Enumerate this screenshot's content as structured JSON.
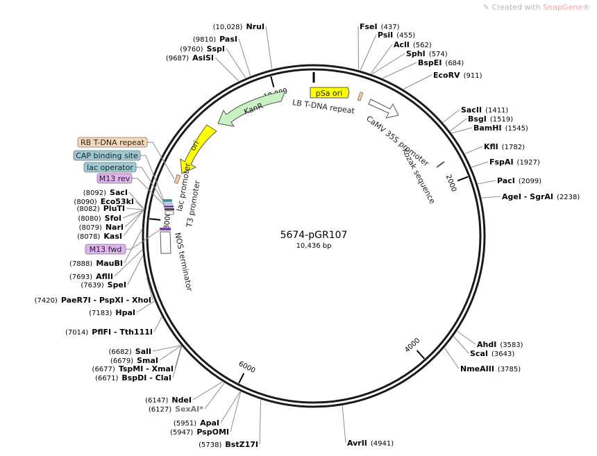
{
  "plasmid": {
    "name": "5674-pGR107",
    "length_label": "10,436 bp",
    "length": 10436
  },
  "watermark": {
    "prefix": "Created with ",
    "brand": "SnapGene",
    "suffix": "®"
  },
  "ring_ticks": [
    {
      "pos": 2000,
      "label": "2000"
    },
    {
      "pos": 4000,
      "label": "4000"
    },
    {
      "pos": 6000,
      "label": "6000"
    },
    {
      "pos": 8000,
      "label": "8000"
    },
    {
      "pos": 10000,
      "label": "10,000"
    }
  ],
  "sites_right": [
    {
      "name": "FseI",
      "pos_label": "(437)",
      "pos": 437
    },
    {
      "name": "PsiI",
      "pos_label": "(455)",
      "pos": 455
    },
    {
      "name": "AclI",
      "pos_label": "(562)",
      "pos": 562
    },
    {
      "name": "SphI",
      "pos_label": "(574)",
      "pos": 574
    },
    {
      "name": "BspEI",
      "pos_label": "(684)",
      "pos": 684
    },
    {
      "name": "EcoRV",
      "pos_label": "(911)",
      "pos": 911
    },
    {
      "name": "SacII",
      "pos_label": "(1411)",
      "pos": 1411
    },
    {
      "name": "BsgI",
      "pos_label": "(1519)",
      "pos": 1519
    },
    {
      "name": "BamHI",
      "pos_label": "(1545)",
      "pos": 1545
    },
    {
      "name": "KflI",
      "pos_label": "(1782)",
      "pos": 1782
    },
    {
      "name": "FspAI",
      "pos_label": "(1927)",
      "pos": 1927
    },
    {
      "name": "PacI",
      "pos_label": "(2099)",
      "pos": 2099
    },
    {
      "name": "AgeI - SgrAI",
      "pos_label": "(2238)",
      "pos": 2238
    },
    {
      "name": "AhdI",
      "pos_label": "(3583)",
      "pos": 3583
    },
    {
      "name": "ScaI",
      "pos_label": "(3643)",
      "pos": 3643
    },
    {
      "name": "NmeAIII",
      "pos_label": "(3785)",
      "pos": 3785
    },
    {
      "name": "AvrII",
      "pos_label": "(4941)",
      "pos": 4941
    }
  ],
  "sites_left": [
    {
      "name": "NruI",
      "pos_label": "(10,028)",
      "pos": 10028
    },
    {
      "name": "PasI",
      "pos_label": "(9810)",
      "pos": 9810
    },
    {
      "name": "SspI",
      "pos_label": "(9760)",
      "pos": 9760
    },
    {
      "name": "AsiSI",
      "pos_label": "(9687)",
      "pos": 9687
    },
    {
      "name": "SacI",
      "pos_label": "(8092)",
      "pos": 8092
    },
    {
      "name": "Eco53kI",
      "pos_label": "(8090)",
      "pos": 8090
    },
    {
      "name": "PluTI",
      "pos_label": "(8082)",
      "pos": 8082
    },
    {
      "name": "SfoI",
      "pos_label": "(8080)",
      "pos": 8080
    },
    {
      "name": "NarI",
      "pos_label": "(8079)",
      "pos": 8079
    },
    {
      "name": "KasI",
      "pos_label": "(8078)",
      "pos": 8078
    },
    {
      "name": "MauBI",
      "pos_label": "(7888)",
      "pos": 7888
    },
    {
      "name": "AflII",
      "pos_label": "(7693)",
      "pos": 7693
    },
    {
      "name": "SpeI",
      "pos_label": "(7639)",
      "pos": 7639
    },
    {
      "name": "PaeR7I - PspXI - XhoI",
      "pos_label": "(7420)",
      "pos": 7420
    },
    {
      "name": "HpaI",
      "pos_label": "(7183)",
      "pos": 7183
    },
    {
      "name": "PflFI - Tth111I",
      "pos_label": "(7014)",
      "pos": 7014
    },
    {
      "name": "SalI",
      "pos_label": "(6682)",
      "pos": 6682
    },
    {
      "name": "SmaI",
      "pos_label": "(6679)",
      "pos": 6679
    },
    {
      "name": "TspMI - XmaI",
      "pos_label": "(6677)",
      "pos": 6677
    },
    {
      "name": "BspDI - ClaI",
      "pos_label": "(6671)",
      "pos": 6671
    },
    {
      "name": "NdeI",
      "pos_label": "(6147)",
      "pos": 6147
    },
    {
      "name": "SexAI*",
      "pos_label": "(6127)",
      "pos": 6127,
      "gray": true
    },
    {
      "name": "ApaI",
      "pos_label": "(5951)",
      "pos": 5951
    },
    {
      "name": "PspOMI",
      "pos_label": "(5947)",
      "pos": 5947
    },
    {
      "name": "BstZ17I",
      "pos_label": "(5738)",
      "pos": 5738
    }
  ],
  "features": {
    "pSa_ori": "pSa ori",
    "lb_tdna": "LB T-DNA repeat",
    "camv35s": "CaMV 35S promoter",
    "kozak": "Kozak sequence",
    "kanr": "KanR",
    "ori": "ori",
    "lac_promoter": "lac promoter",
    "t3_promoter": "T3 promoter",
    "nos_terminator": "NOS terminator"
  },
  "feature_boxes": [
    {
      "label": "RB T-DNA repeat",
      "color": "#f7d9b8"
    },
    {
      "label": "CAP binding site",
      "color": "#9ccad4"
    },
    {
      "label": "lac operator",
      "color": "#9ccad4"
    },
    {
      "label": "M13 rev",
      "color": "#e0b3f0"
    },
    {
      "label": "M13 fwd",
      "color": "#e0b3f0"
    }
  ],
  "colors": {
    "kanr": "#c9f2c3",
    "ori": "#ffff00",
    "pSa_ori": "#ffff00",
    "camv35s": "#ffffff",
    "nos": "#ffffff",
    "lb_tdna": "#f2c9a9",
    "m13": "#7b3fb2",
    "cap": "#4a8fa3"
  }
}
